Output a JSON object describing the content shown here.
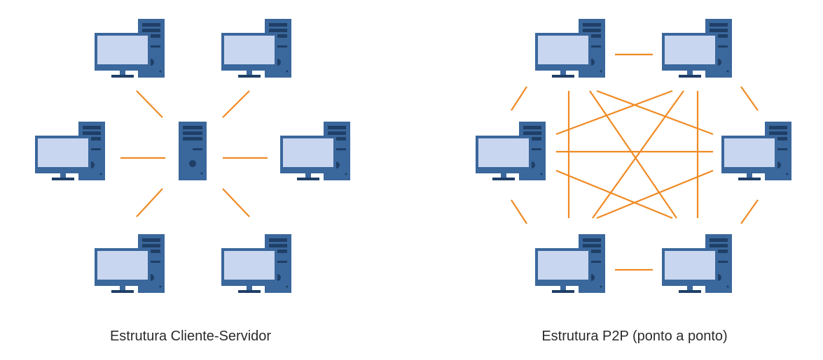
{
  "colors": {
    "device_dark": "#3a679c",
    "device_darker": "#1f3f67",
    "screen": "#c9d6ef",
    "link": "#f08a24",
    "caption": "#2b2b2b"
  },
  "icons": {
    "client": "desktop-computer-icon",
    "server": "server-tower-icon"
  },
  "left_diagram": {
    "caption": "Estrutura Cliente-Servidor",
    "topology": "star",
    "center": "server",
    "clients": [
      "top-left",
      "top-right",
      "left",
      "right",
      "bottom-left",
      "bottom-right"
    ]
  },
  "right_diagram": {
    "caption": "Estrutura P2P (ponto a ponto)",
    "topology": "full-mesh",
    "peers": [
      "top-left",
      "top-right",
      "left",
      "right",
      "bottom-left",
      "bottom-right"
    ]
  }
}
